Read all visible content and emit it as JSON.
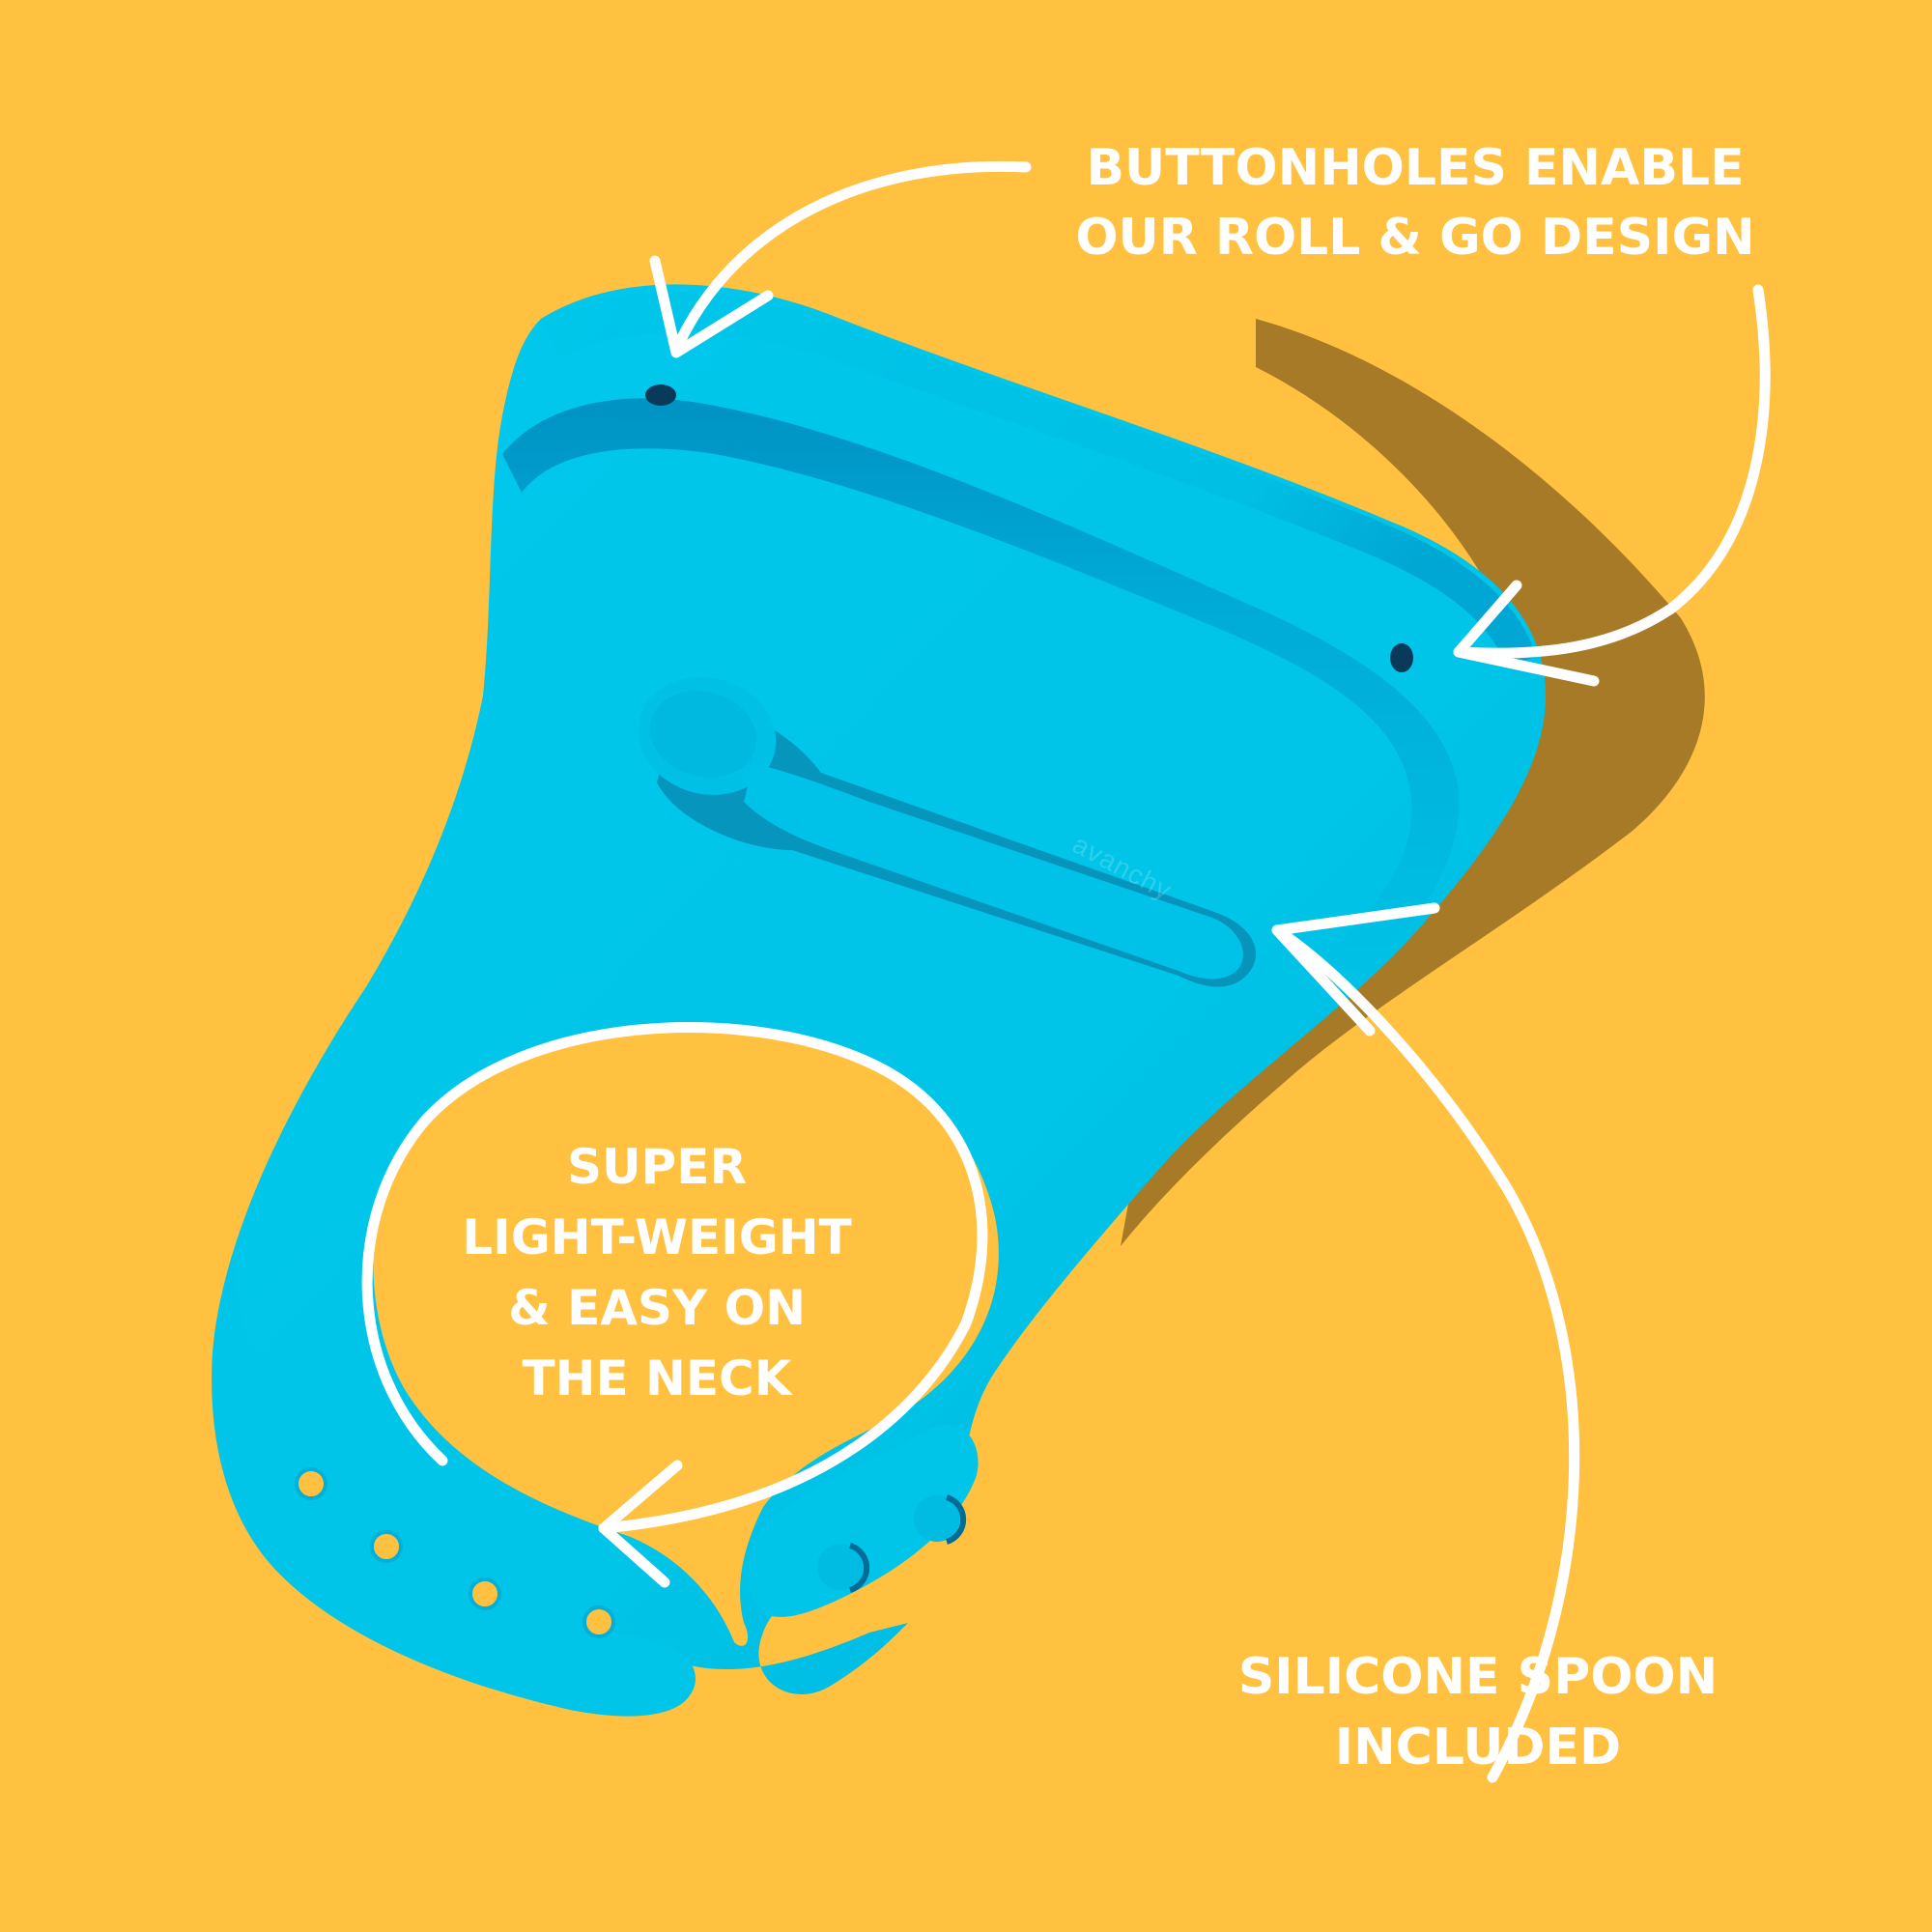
{
  "colors": {
    "background": "#FFC13F",
    "bib": "#00C4E8",
    "bib_shade": "#00A9D6",
    "bib_dark": "#0087B8",
    "shadow": "#A77A28",
    "hole": "#0A3A5A",
    "annotation": "#FFFFFF"
  },
  "product": {
    "name": "silicone baby bib with spoon",
    "brand_emboss": "avanchy"
  },
  "callouts": {
    "buttonholes": {
      "lines": [
        "BUTTONHOLES ENABLE",
        "OUR ROLL & GO DESIGN"
      ]
    },
    "neck": {
      "lines": [
        "SUPER",
        "LIGHT-WEIGHT",
        "& EASY ON",
        "THE NECK"
      ]
    },
    "spoon": {
      "lines": [
        "SILICONE SPOON",
        "INCLUDED"
      ]
    }
  },
  "icons": {
    "arrow_to_left_buttonhole": "curved-arrow",
    "arrow_to_right_buttonhole": "curved-arrow",
    "arrow_to_spoon": "curved-arrow",
    "arrow_around_neck": "circular-arrow"
  }
}
